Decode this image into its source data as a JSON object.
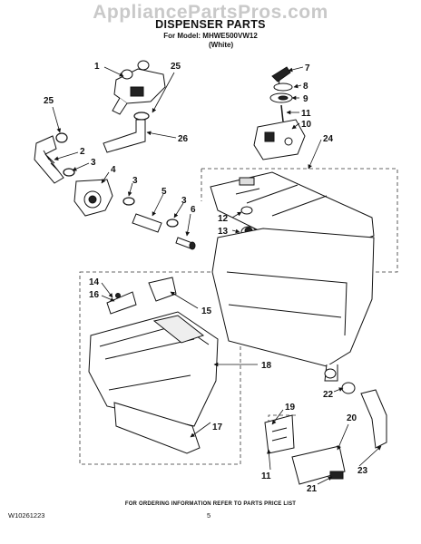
{
  "watermark": "AppliancePartsPros.com",
  "header": {
    "title": "DISPENSER PARTS",
    "model": "For Model: MHWE500VW12",
    "variant": "(White)"
  },
  "callouts": [
    "1",
    "25",
    "25",
    "2",
    "3",
    "4",
    "3",
    "5",
    "3",
    "6",
    "26",
    "7",
    "8",
    "9",
    "11",
    "10",
    "24",
    "12",
    "13",
    "14",
    "16",
    "15",
    "18",
    "17",
    "19",
    "22",
    "20",
    "11",
    "23",
    "21"
  ],
  "footer": {
    "note": "FOR ORDERING INFORMATION REFER TO PARTS PRICE LIST",
    "doc_number": "W10261223",
    "page": "5"
  }
}
